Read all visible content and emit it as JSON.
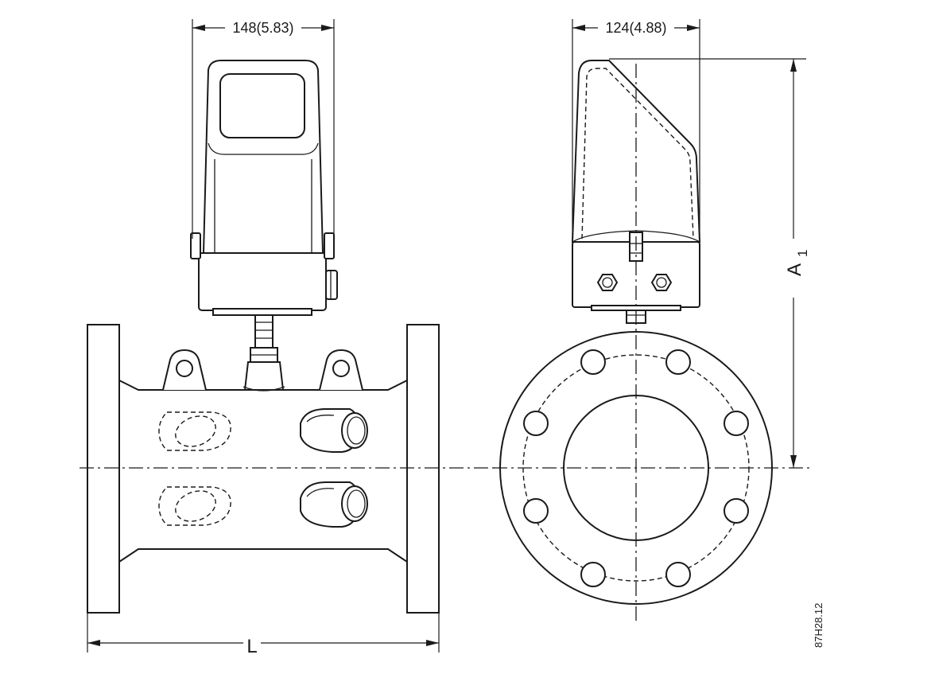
{
  "dimensions": {
    "side_width": "148(5.83)",
    "end_width": "124(4.88)",
    "length": "L",
    "height_main": "A",
    "height_sub": "1"
  },
  "drawing_id": "87H28.12"
}
